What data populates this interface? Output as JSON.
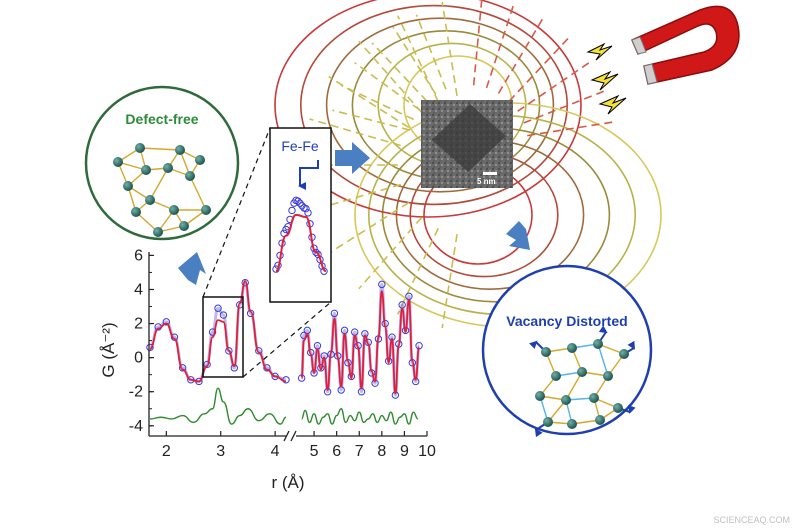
{
  "labels": {
    "defect_free": "Defect-free",
    "vacancy_distorted": "Vacancy Distorted",
    "fe_fe": "Fe-Fe",
    "scale_bar": "5 nm",
    "watermark": "SCIENCEAQ.COM"
  },
  "colors": {
    "observed": "#3a3ad8",
    "fit": "#e0203a",
    "difference": "#2e8b2e",
    "defect_free_circle": "#2f6b3a",
    "defect_free_text": "#2e8b3a",
    "vacancy_circle": "#1f3fb0",
    "arrow": "#4a7fc1",
    "magnet": "#d01818",
    "atom": "#2f6f6a"
  },
  "icons": [
    "horseshoe-magnet-icon",
    "lightning-bolt-icon"
  ],
  "chart_data": {
    "type": "line",
    "xlabel": "r (Å)",
    "ylabel": "G (Å⁻²)",
    "xlim": [
      1.7,
      10
    ],
    "ylim": [
      -4.6,
      6.2
    ],
    "x_axis_break": 4.2,
    "xticks": [
      2,
      3,
      4,
      5,
      6,
      7,
      8,
      9,
      10
    ],
    "yticks": [
      -4,
      -2,
      0,
      2,
      4,
      6
    ],
    "series": [
      {
        "role": "observed",
        "style": "open circles",
        "x": [
          1.7,
          1.85,
          2.0,
          2.15,
          2.3,
          2.45,
          2.6,
          2.75,
          2.85,
          2.95,
          3.05,
          3.15,
          3.25,
          3.35,
          3.45,
          3.55,
          3.7,
          3.85,
          4.0,
          4.2,
          4.45,
          4.55,
          4.7,
          4.85,
          5.0,
          5.15,
          5.3,
          5.45,
          5.6,
          5.75,
          5.9,
          6.05,
          6.2,
          6.35,
          6.5,
          6.65,
          6.8,
          6.95,
          7.1,
          7.25,
          7.4,
          7.55,
          7.7,
          7.85,
          8.0,
          8.15,
          8.3,
          8.45,
          8.6,
          8.75,
          8.9,
          9.05,
          9.2,
          9.35,
          9.5,
          9.65
        ],
        "y": [
          0.6,
          1.8,
          2.1,
          1.2,
          -0.6,
          -1.3,
          -1.4,
          -0.4,
          1.5,
          2.9,
          2.5,
          0.4,
          -0.6,
          3.1,
          4.4,
          2.6,
          0.4,
          -0.6,
          -1.1,
          -1.3,
          -1.2,
          1.3,
          1.6,
          0.3,
          -0.9,
          0.7,
          -0.6,
          0.1,
          -2.0,
          0.2,
          2.6,
          0.1,
          -1.9,
          1.6,
          -0.3,
          -1.1,
          1.5,
          0.7,
          -2.0,
          1.4,
          0.9,
          -0.9,
          -1.5,
          1.1,
          4.3,
          2.0,
          -0.2,
          1.2,
          -2.2,
          0.8,
          3.1,
          1.6,
          3.6,
          -0.3,
          -1.4,
          0.7
        ]
      },
      {
        "role": "fit",
        "style": "line",
        "x": [
          1.7,
          1.85,
          2.0,
          2.15,
          2.3,
          2.45,
          2.6,
          2.75,
          2.85,
          2.95,
          3.05,
          3.15,
          3.25,
          3.35,
          3.45,
          3.55,
          3.7,
          3.85,
          4.0,
          4.2,
          4.45,
          4.55,
          4.7,
          4.85,
          5.0,
          5.15,
          5.3,
          5.45,
          5.6,
          5.75,
          5.9,
          6.05,
          6.2,
          6.35,
          6.5,
          6.65,
          6.8,
          6.95,
          7.1,
          7.25,
          7.4,
          7.55,
          7.7,
          7.85,
          8.0,
          8.15,
          8.3,
          8.45,
          8.6,
          8.75,
          8.9,
          9.05,
          9.2,
          9.35,
          9.5,
          9.65
        ],
        "y": [
          0.5,
          1.7,
          2.0,
          1.1,
          -0.7,
          -1.3,
          -1.4,
          -0.5,
          1.2,
          2.2,
          2.1,
          0.4,
          -0.5,
          3.2,
          4.5,
          2.7,
          0.3,
          -0.7,
          -1.1,
          -1.4,
          -1.2,
          1.0,
          1.4,
          0.2,
          -0.9,
          0.5,
          -0.7,
          0.0,
          -1.9,
          0.3,
          2.3,
          0.0,
          -1.7,
          1.4,
          -0.2,
          -1.2,
          1.3,
          0.6,
          -1.8,
          1.3,
          0.8,
          -0.8,
          -1.4,
          1.2,
          3.9,
          1.8,
          -0.3,
          1.1,
          -2.1,
          0.7,
          2.9,
          1.5,
          3.4,
          -0.2,
          -1.3,
          0.6
        ]
      },
      {
        "role": "difference",
        "style": "line",
        "x": [
          1.7,
          1.9,
          2.1,
          2.3,
          2.5,
          2.7,
          2.85,
          2.95,
          3.05,
          3.2,
          3.35,
          3.5,
          3.7,
          3.9,
          4.1,
          4.2,
          4.45,
          4.6,
          4.8,
          5.0,
          5.2,
          5.4,
          5.6,
          5.8,
          6.0,
          6.2,
          6.4,
          6.6,
          6.8,
          7.0,
          7.2,
          7.4,
          7.6,
          7.8,
          8.0,
          8.2,
          8.4,
          8.6,
          8.8,
          9.0,
          9.2,
          9.4,
          9.6
        ],
        "y": [
          -3.6,
          -3.5,
          -3.6,
          -3.4,
          -3.8,
          -3.3,
          -3.0,
          -1.8,
          -2.6,
          -3.9,
          -3.4,
          -3.0,
          -3.7,
          -3.3,
          -3.9,
          -3.5,
          -3.6,
          -3.1,
          -3.8,
          -3.3,
          -3.9,
          -3.5,
          -3.3,
          -3.9,
          -3.4,
          -3.0,
          -3.8,
          -3.4,
          -3.7,
          -3.2,
          -3.8,
          -3.6,
          -3.3,
          -3.8,
          -3.4,
          -3.7,
          -3.2,
          -3.9,
          -3.5,
          -3.3,
          -3.9,
          -3.2,
          -3.6
        ]
      }
    ]
  }
}
